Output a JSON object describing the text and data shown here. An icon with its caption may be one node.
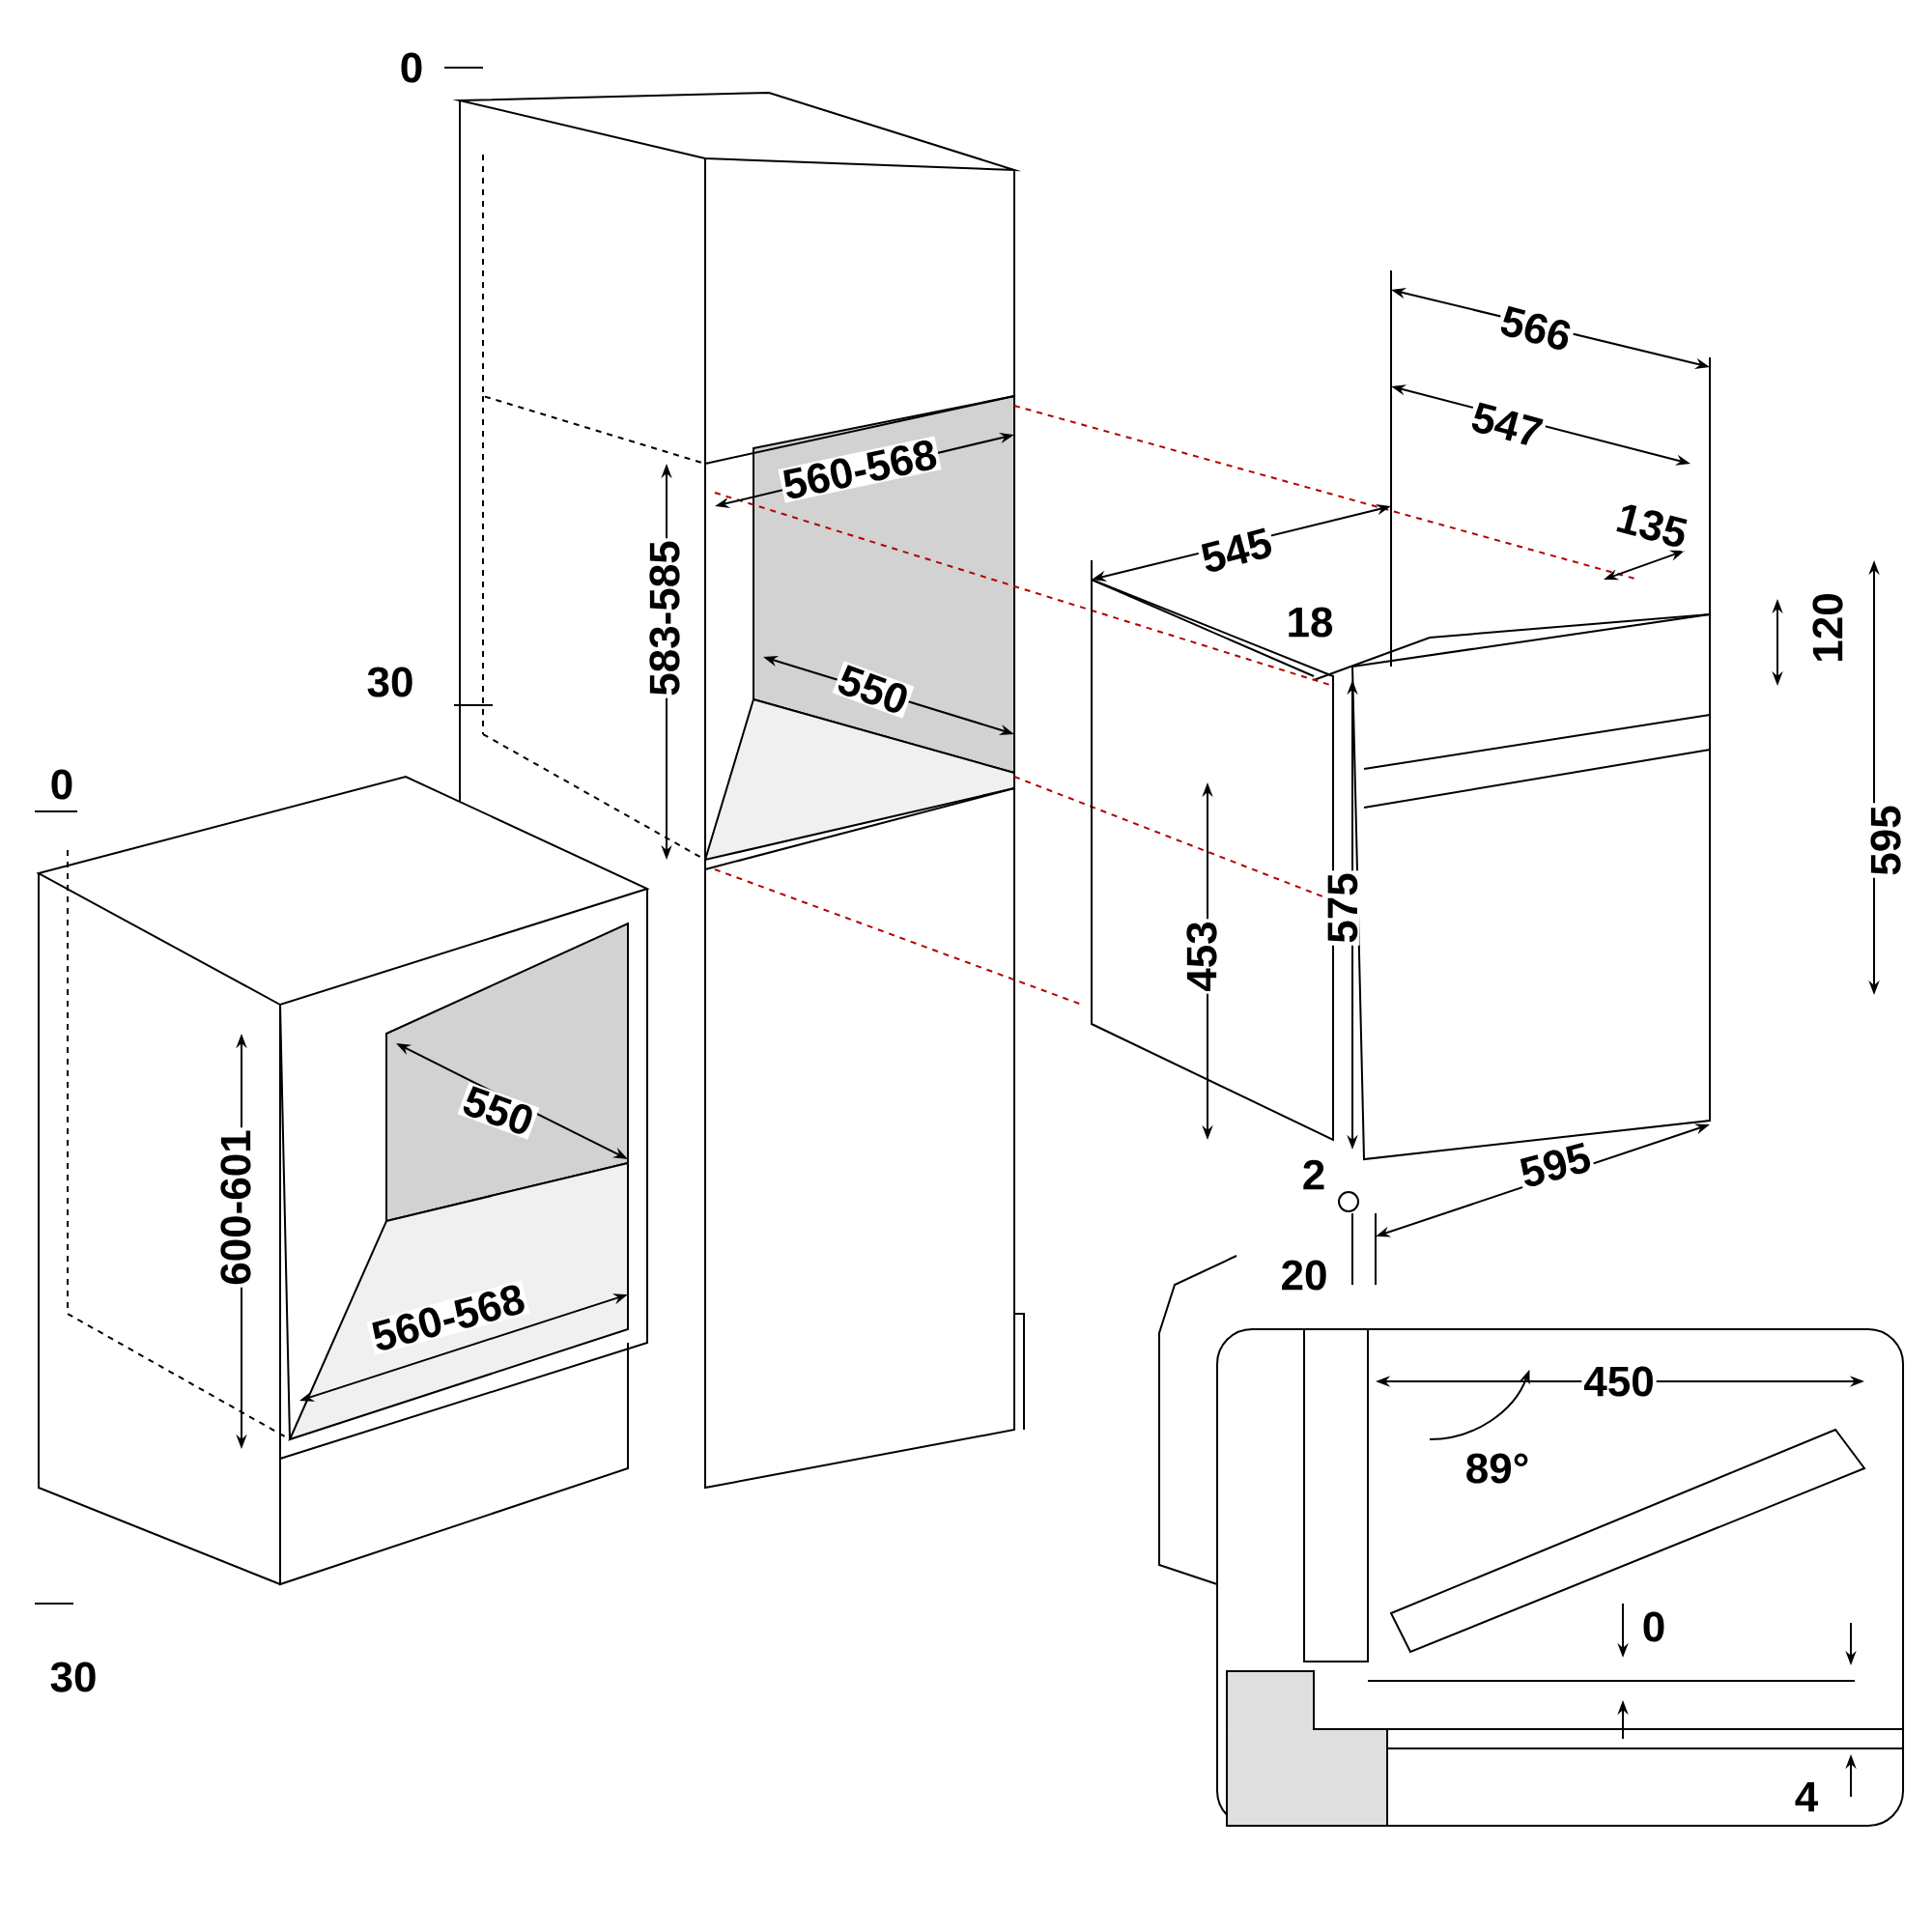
{
  "diagram": {
    "labels": [
      "0",
      "566",
      "547",
      "560-568",
      "545",
      "135",
      "18",
      "120",
      "30",
      "583-585",
      "550",
      "0",
      "595",
      "453",
      "575",
      "550",
      "600-601",
      "2",
      "595",
      "560-568",
      "20",
      "450",
      "89°",
      "0",
      "30",
      "4"
    ]
  }
}
